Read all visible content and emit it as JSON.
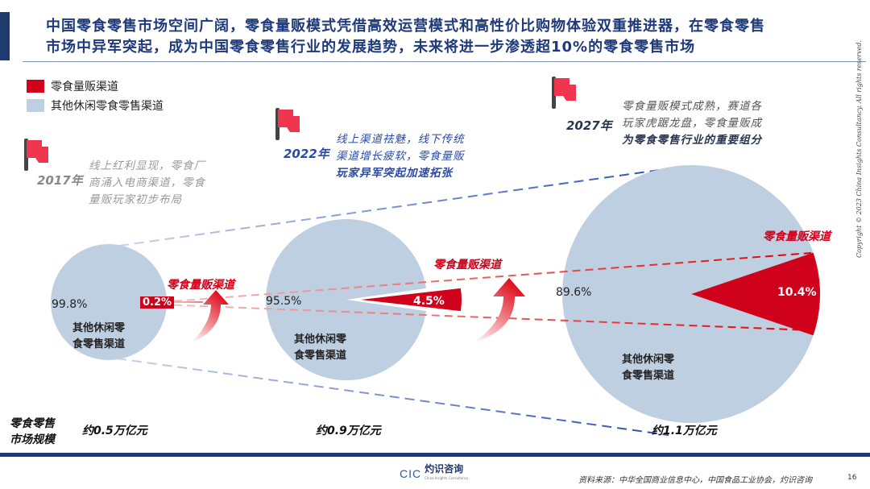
{
  "title": {
    "line1": "中国零食零售市场空间广阔，零食量贩模式凭借高效运营模式和高性价比购物体验双重推进器，在零食零售",
    "line2": "市场中异军突起，成为中国零食零售行业的发展趋势，未来将进一步渗透超10%的零食零售市场"
  },
  "legend": [
    {
      "label": "零食量贩渠道",
      "color": "#d0021b"
    },
    {
      "label": "其他休闲零食零售渠道",
      "color": "#bfcfe2"
    }
  ],
  "milestones": [
    {
      "year": "2017年",
      "lines": [
        "线上红利显现，零食厂",
        "商涌入电商渠道，零食",
        "量贩玩家初步布局"
      ]
    },
    {
      "year": "2022年",
      "lines": [
        "线上渠道祛魅，线下传统",
        "渠道增长疲软，零食量贩",
        "玩家异军突起加速拓张"
      ]
    },
    {
      "year": "2027年",
      "lines": [
        "零食量贩模式成熟，赛道各",
        "玩家虎踞龙盘，零食量贩成",
        "为零食零售行业的重要组分"
      ]
    }
  ],
  "other_caption": [
    "其他休闲零",
    "食零售渠道"
  ],
  "red_channel_label": "零食量贩渠道",
  "market_size_label": [
    "零食零售",
    "市场规模"
  ],
  "footer": {
    "logo_text": "灼识咨询",
    "logo_sub": "China Insights Consultancy",
    "logo_mark": "CIC",
    "source": "资料来源：中华全国商业信息中心，中国食品工业协会，灼识咨询",
    "page": "16",
    "copyright": "Copyright © 2023 China Insights Consultancy. All rights reserved."
  },
  "colors": {
    "red": "#d0021b",
    "blue": "#bfcfe2",
    "navy": "#1f3a6e"
  },
  "chart_data": [
    {
      "type": "pie",
      "year": "2017年",
      "market_size": "约0.5万亿元",
      "slices": [
        {
          "name": "其他休闲零食零售渠道",
          "value": 99.8,
          "label": "99.8%"
        },
        {
          "name": "零食量贩渠道",
          "value": 0.2,
          "label": "0.2%"
        }
      ]
    },
    {
      "type": "pie",
      "year": "2022年",
      "market_size": "约0.9万亿元",
      "slices": [
        {
          "name": "其他休闲零食零售渠道",
          "value": 95.5,
          "label": "95.5%"
        },
        {
          "name": "零食量贩渠道",
          "value": 4.5,
          "label": "4.5%"
        }
      ]
    },
    {
      "type": "pie",
      "year": "2027年",
      "market_size": "约1.1万亿元",
      "slices": [
        {
          "name": "其他休闲零食零售渠道",
          "value": 89.6,
          "label": "89.6%"
        },
        {
          "name": "零食量贩渠道",
          "value": 10.4,
          "label": "10.4%"
        }
      ]
    }
  ]
}
